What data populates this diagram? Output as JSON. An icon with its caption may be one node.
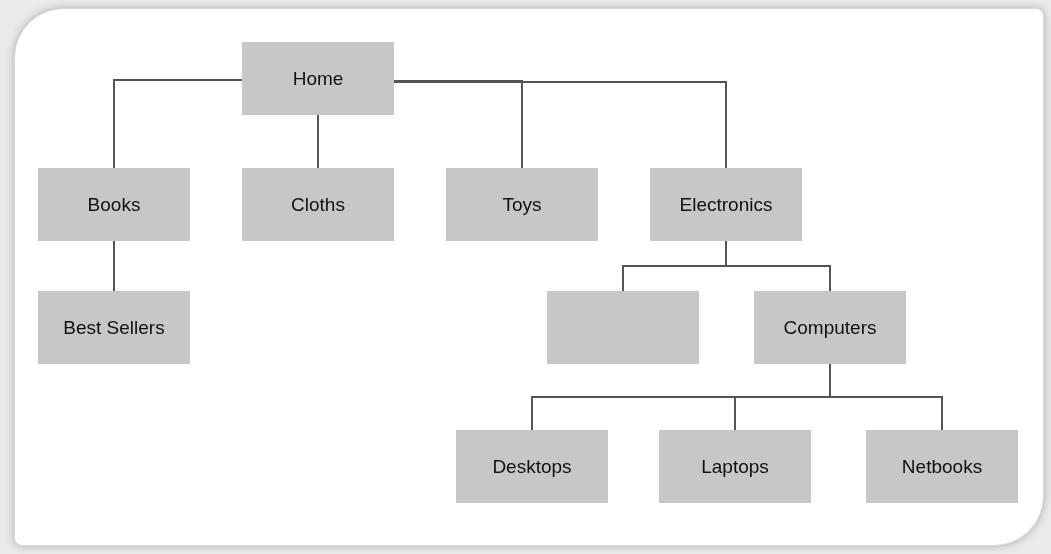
{
  "diagram": {
    "nodes": [
      {
        "text": [
          "Home"
        ]
      },
      {
        "text": [
          "Books"
        ]
      },
      {
        "text": [
          "Cloths"
        ]
      },
      {
        "text": [
          "Toys"
        ]
      },
      {
        "text": [
          "Electronics"
        ]
      },
      {
        "text": [
          "Best Sellers"
        ]
      },
      {
        "text": [],
        "shape": "box"
      },
      {
        "text": [
          "Computers"
        ]
      },
      {
        "text": [
          "Desktops"
        ]
      },
      {
        "text": [
          "Laptops"
        ]
      },
      {
        "text": [
          "Netbooks"
        ]
      }
    ],
    "edges": [
      {
        "from": 0,
        "to": 1,
        "arrow": "none"
      },
      {
        "from": 0,
        "to": 2,
        "arrow": "none"
      },
      {
        "from": 0,
        "to": 3,
        "arrow": "none"
      },
      {
        "from": 0,
        "to": 4,
        "arrow": "none"
      },
      {
        "from": 1,
        "to": 5,
        "arrow": "none"
      },
      {
        "from": 4,
        "to": 6,
        "arrow": "none"
      },
      {
        "from": 4,
        "to": 7,
        "arrow": "none"
      },
      {
        "from": 7,
        "to": 8,
        "arrow": "none"
      },
      {
        "from": 7,
        "to": 9,
        "arrow": "none"
      },
      {
        "from": 7,
        "to": 10,
        "arrow": "none"
      }
    ]
  }
}
